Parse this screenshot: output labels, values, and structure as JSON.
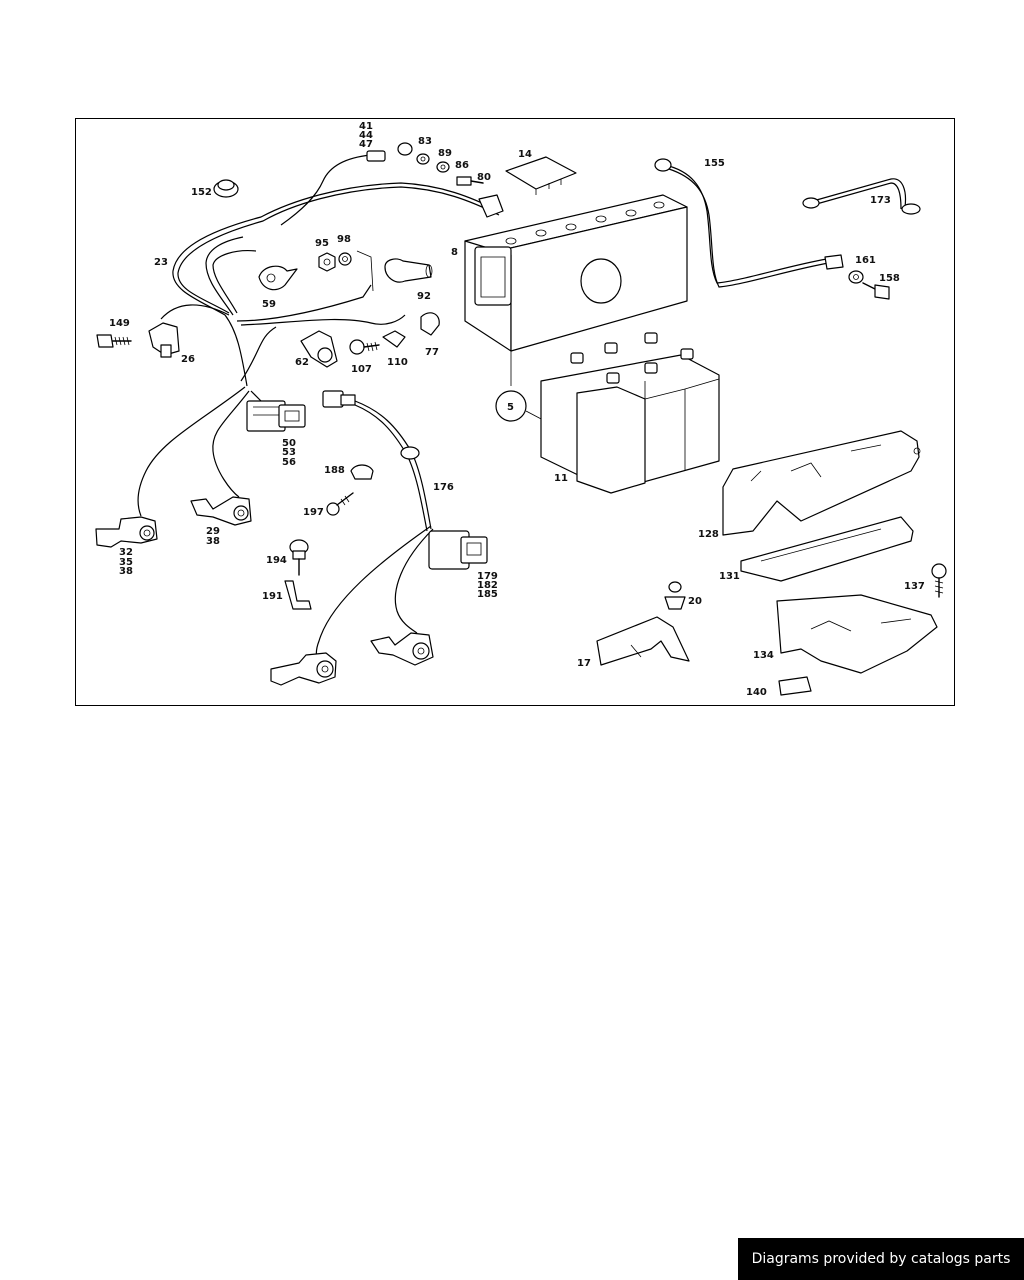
{
  "diagram": {
    "labels": {
      "l41": "41",
      "l44": "44",
      "l47": "47",
      "l83": "83",
      "l89": "89",
      "l86": "86",
      "l80": "80",
      "l14": "14",
      "l155": "155",
      "l152": "152",
      "l173": "173",
      "l8": "8",
      "l95": "95",
      "l98": "98",
      "l23": "23",
      "l59": "59",
      "l92": "92",
      "l161": "161",
      "l158": "158",
      "l149": "149",
      "l26": "26",
      "l62": "62",
      "l107": "107",
      "l110": "110",
      "l77": "77",
      "l5": "5",
      "l50": "50",
      "l53": "53",
      "l56": "56",
      "l188": "188",
      "l176": "176",
      "l11": "11",
      "l197": "197",
      "l29": "29",
      "l38a": "38",
      "l128": "128",
      "l32": "32",
      "l35": "35",
      "l38b": "38",
      "l194": "194",
      "l179": "179",
      "l182": "182",
      "l185": "185",
      "l131": "131",
      "l137": "137",
      "l191": "191",
      "l20": "20",
      "l17": "17",
      "l134": "134",
      "l140": "140"
    }
  },
  "footer": {
    "credit": "Diagrams provided by catalogs parts"
  }
}
